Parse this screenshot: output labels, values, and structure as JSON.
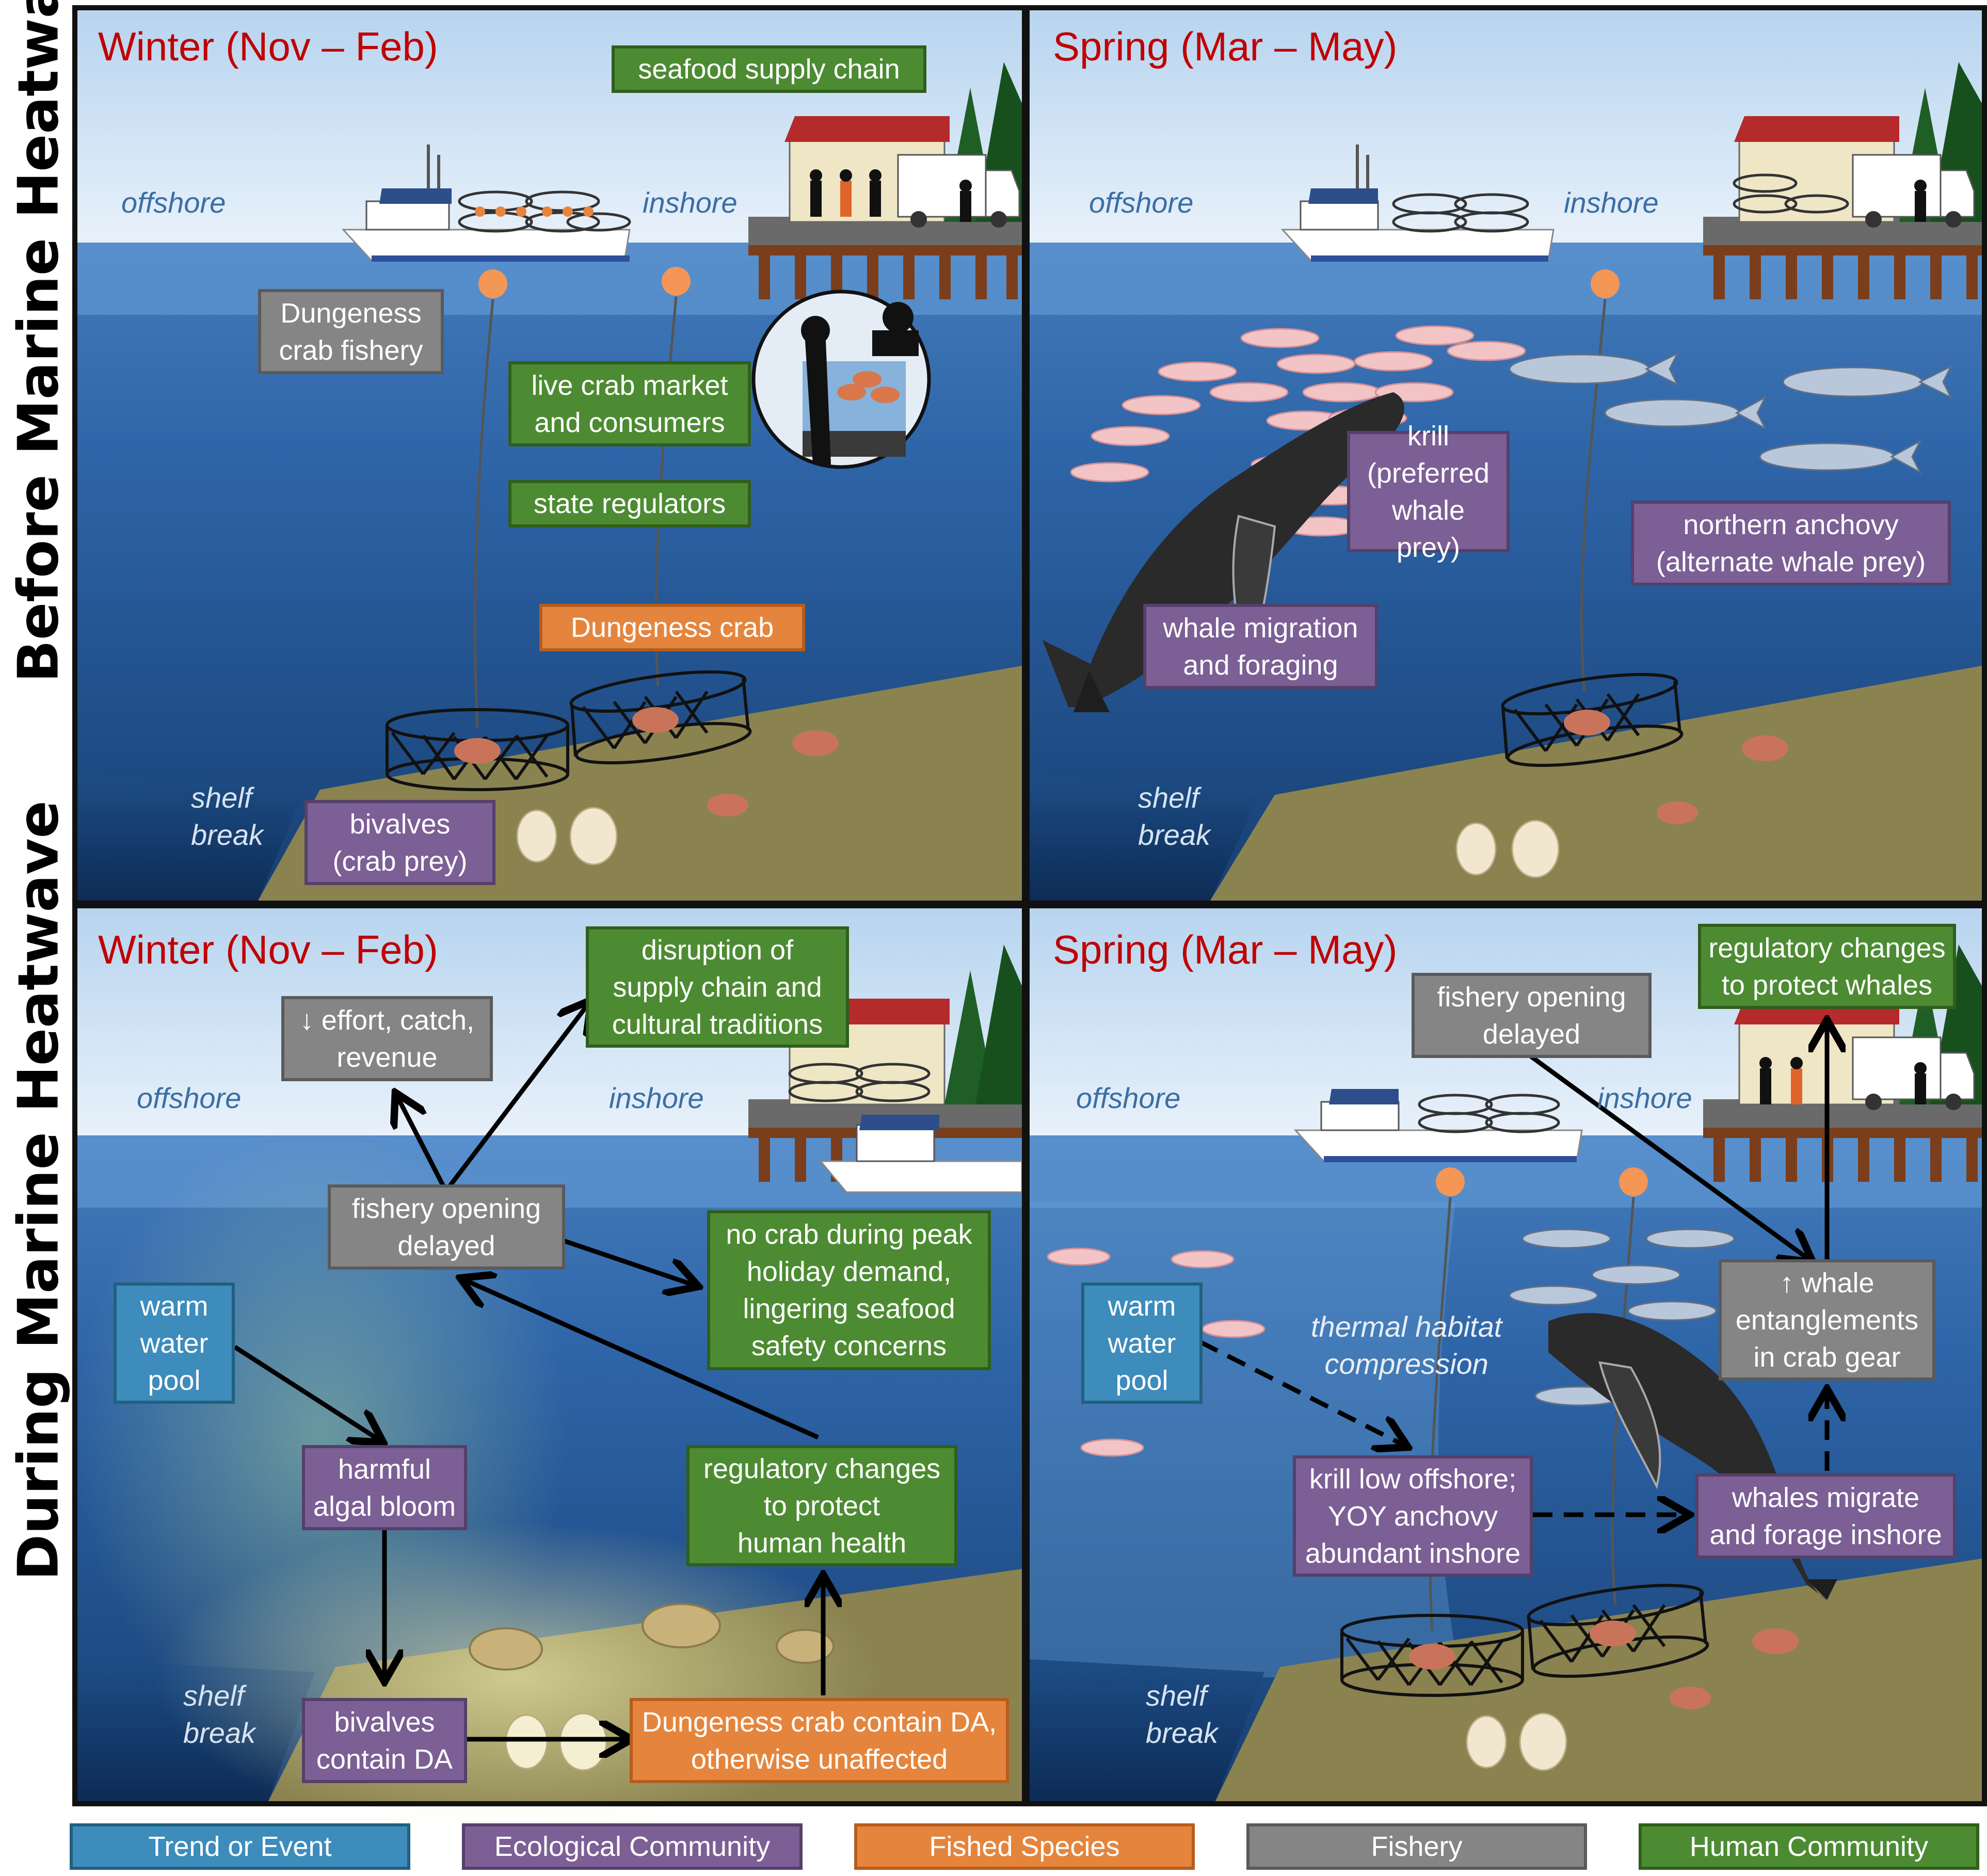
{
  "row_labels": {
    "before": "Before Marine Heatwave",
    "during": "During Marine Heatwave"
  },
  "panels": {
    "before_winter": {
      "title": "Winter (Nov – Feb)",
      "offshore": "offshore",
      "inshore": "inshore",
      "shelf": "shelf\nbreak",
      "boxes": {
        "supply_chain": "seafood supply chain",
        "fishery": "Dungeness\ncrab fishery",
        "live_market": "live crab market\nand consumers",
        "regulators": "state regulators",
        "crab": "Dungeness crab",
        "bivalves": "bivalves\n(crab prey)"
      }
    },
    "before_spring": {
      "title": "Spring (Mar – May)",
      "offshore": "offshore",
      "inshore": "inshore",
      "shelf": "shelf\nbreak",
      "boxes": {
        "krill": "krill\n(preferred\nwhale prey)",
        "anchovy": "northern anchovy\n(alternate whale prey)",
        "whale": "whale migration\nand foraging"
      }
    },
    "during_winter": {
      "title": "Winter (Nov – Feb)",
      "offshore": "offshore",
      "inshore": "inshore",
      "shelf": "shelf\nbreak",
      "boxes": {
        "effort": "↓ effort, catch,\nrevenue",
        "disruption": "disruption of\nsupply chain and\ncultural traditions",
        "opening": "fishery opening\ndelayed",
        "no_crab": "no crab during peak\nholiday demand,\nlingering seafood\nsafety concerns",
        "warm_pool": "warm\nwater\npool",
        "algal": "harmful\nalgal bloom",
        "reg_health": "regulatory changes\nto protect\nhuman health",
        "bivalves_da": "bivalves\ncontain DA",
        "crab_da": "Dungeness crab contain DA,\notherwise unaffected"
      }
    },
    "during_spring": {
      "title": "Spring (Mar – May)",
      "offshore": "offshore",
      "inshore": "inshore",
      "shelf": "shelf\nbreak",
      "compression": "thermal habitat\ncompression",
      "boxes": {
        "reg_whales": "regulatory changes\nto protect whales",
        "opening": "fishery opening\ndelayed",
        "warm_pool": "warm\nwater\npool",
        "entangle": "↑ whale\nentanglements\nin crab gear",
        "krill_low": "krill low offshore;\nYOY anchovy\nabundant inshore",
        "whales_inshore": "whales migrate\nand forage inshore"
      }
    }
  },
  "legend": [
    {
      "label": "Trend or Event",
      "color": "#3d8cbc",
      "border": "#21607f"
    },
    {
      "label": "Ecological Community",
      "color": "#7b5f95",
      "border": "#54406a"
    },
    {
      "label": "Fished Species",
      "color": "#e5853d",
      "border": "#b55d1e"
    },
    {
      "label": "Fishery",
      "color": "#858585",
      "border": "#5a5a5a"
    },
    {
      "label": "Human Community",
      "color": "#4d8b33",
      "border": "#2f5f1b"
    }
  ]
}
